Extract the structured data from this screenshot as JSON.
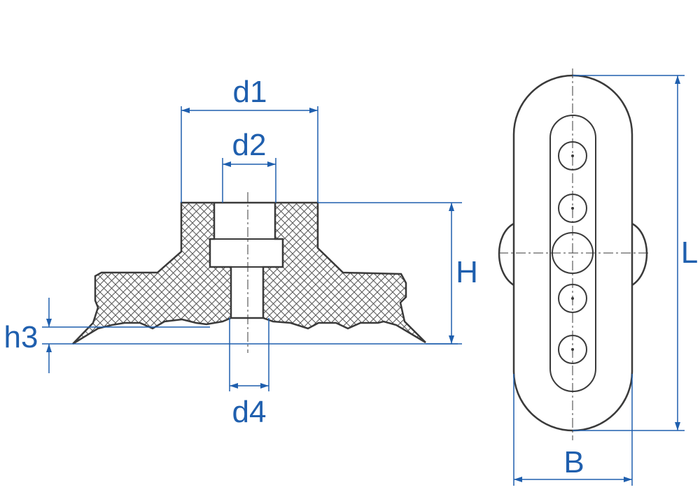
{
  "labels": {
    "d1": "d1",
    "d2": "d2",
    "d4": "d4",
    "H": "H",
    "h3": "h3",
    "L": "L",
    "B": "B"
  },
  "colors": {
    "dimension": "#1f5fae",
    "outline": "#3a3a3a",
    "hatch": "#555555",
    "background": "#ffffff"
  }
}
